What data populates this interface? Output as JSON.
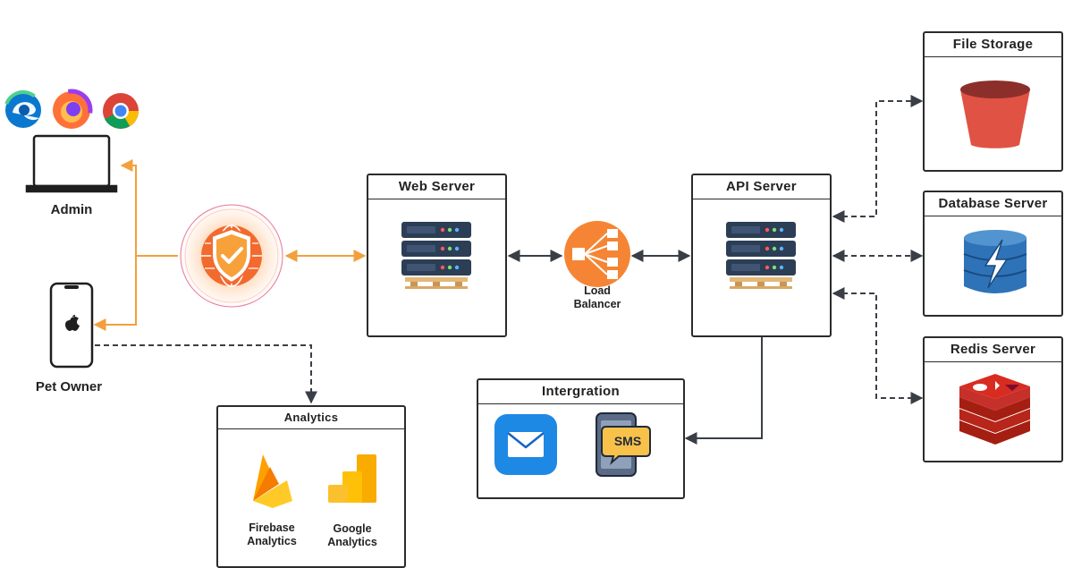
{
  "nodes": {
    "admin": {
      "label": "Admin"
    },
    "pet_owner": {
      "label": "Pet Owner"
    },
    "web_server": {
      "title": "Web Server"
    },
    "load_balancer": {
      "line1": "Load",
      "line2": "Balancer"
    },
    "api_server": {
      "title": "API Server"
    },
    "file_storage": {
      "title": "File Storage"
    },
    "database_server": {
      "title": "Database Server"
    },
    "redis_server": {
      "title": "Redis Server"
    },
    "integration": {
      "title": "Intergration",
      "sms_text": "SMS"
    },
    "analytics": {
      "title": "Analytics",
      "firebase": {
        "line1": "Firebase",
        "line2": "Analytics"
      },
      "google": {
        "line1": "Google",
        "line2": "Analytics"
      }
    }
  },
  "icons": [
    "edge-browser-icon",
    "firefox-browser-icon",
    "chrome-browser-icon",
    "laptop-icon",
    "smartphone-icon",
    "firewall-shield-globe-icon",
    "server-rack-icon",
    "load-balancer-icon",
    "bucket-icon",
    "dynamodb-icon",
    "redis-icon",
    "email-icon",
    "sms-phone-icon",
    "firebase-icon",
    "google-analytics-icon"
  ],
  "colors": {
    "orange_link": "#f2a03d",
    "dark_link": "#3a3f47",
    "server_navy": "#2c3e55",
    "load_balancer": "#f58534",
    "bucket_red": "#e05243",
    "dynamo_blue": "#2e73b8",
    "redis_red": "#c6302b",
    "mail_blue": "#1e88e5"
  }
}
